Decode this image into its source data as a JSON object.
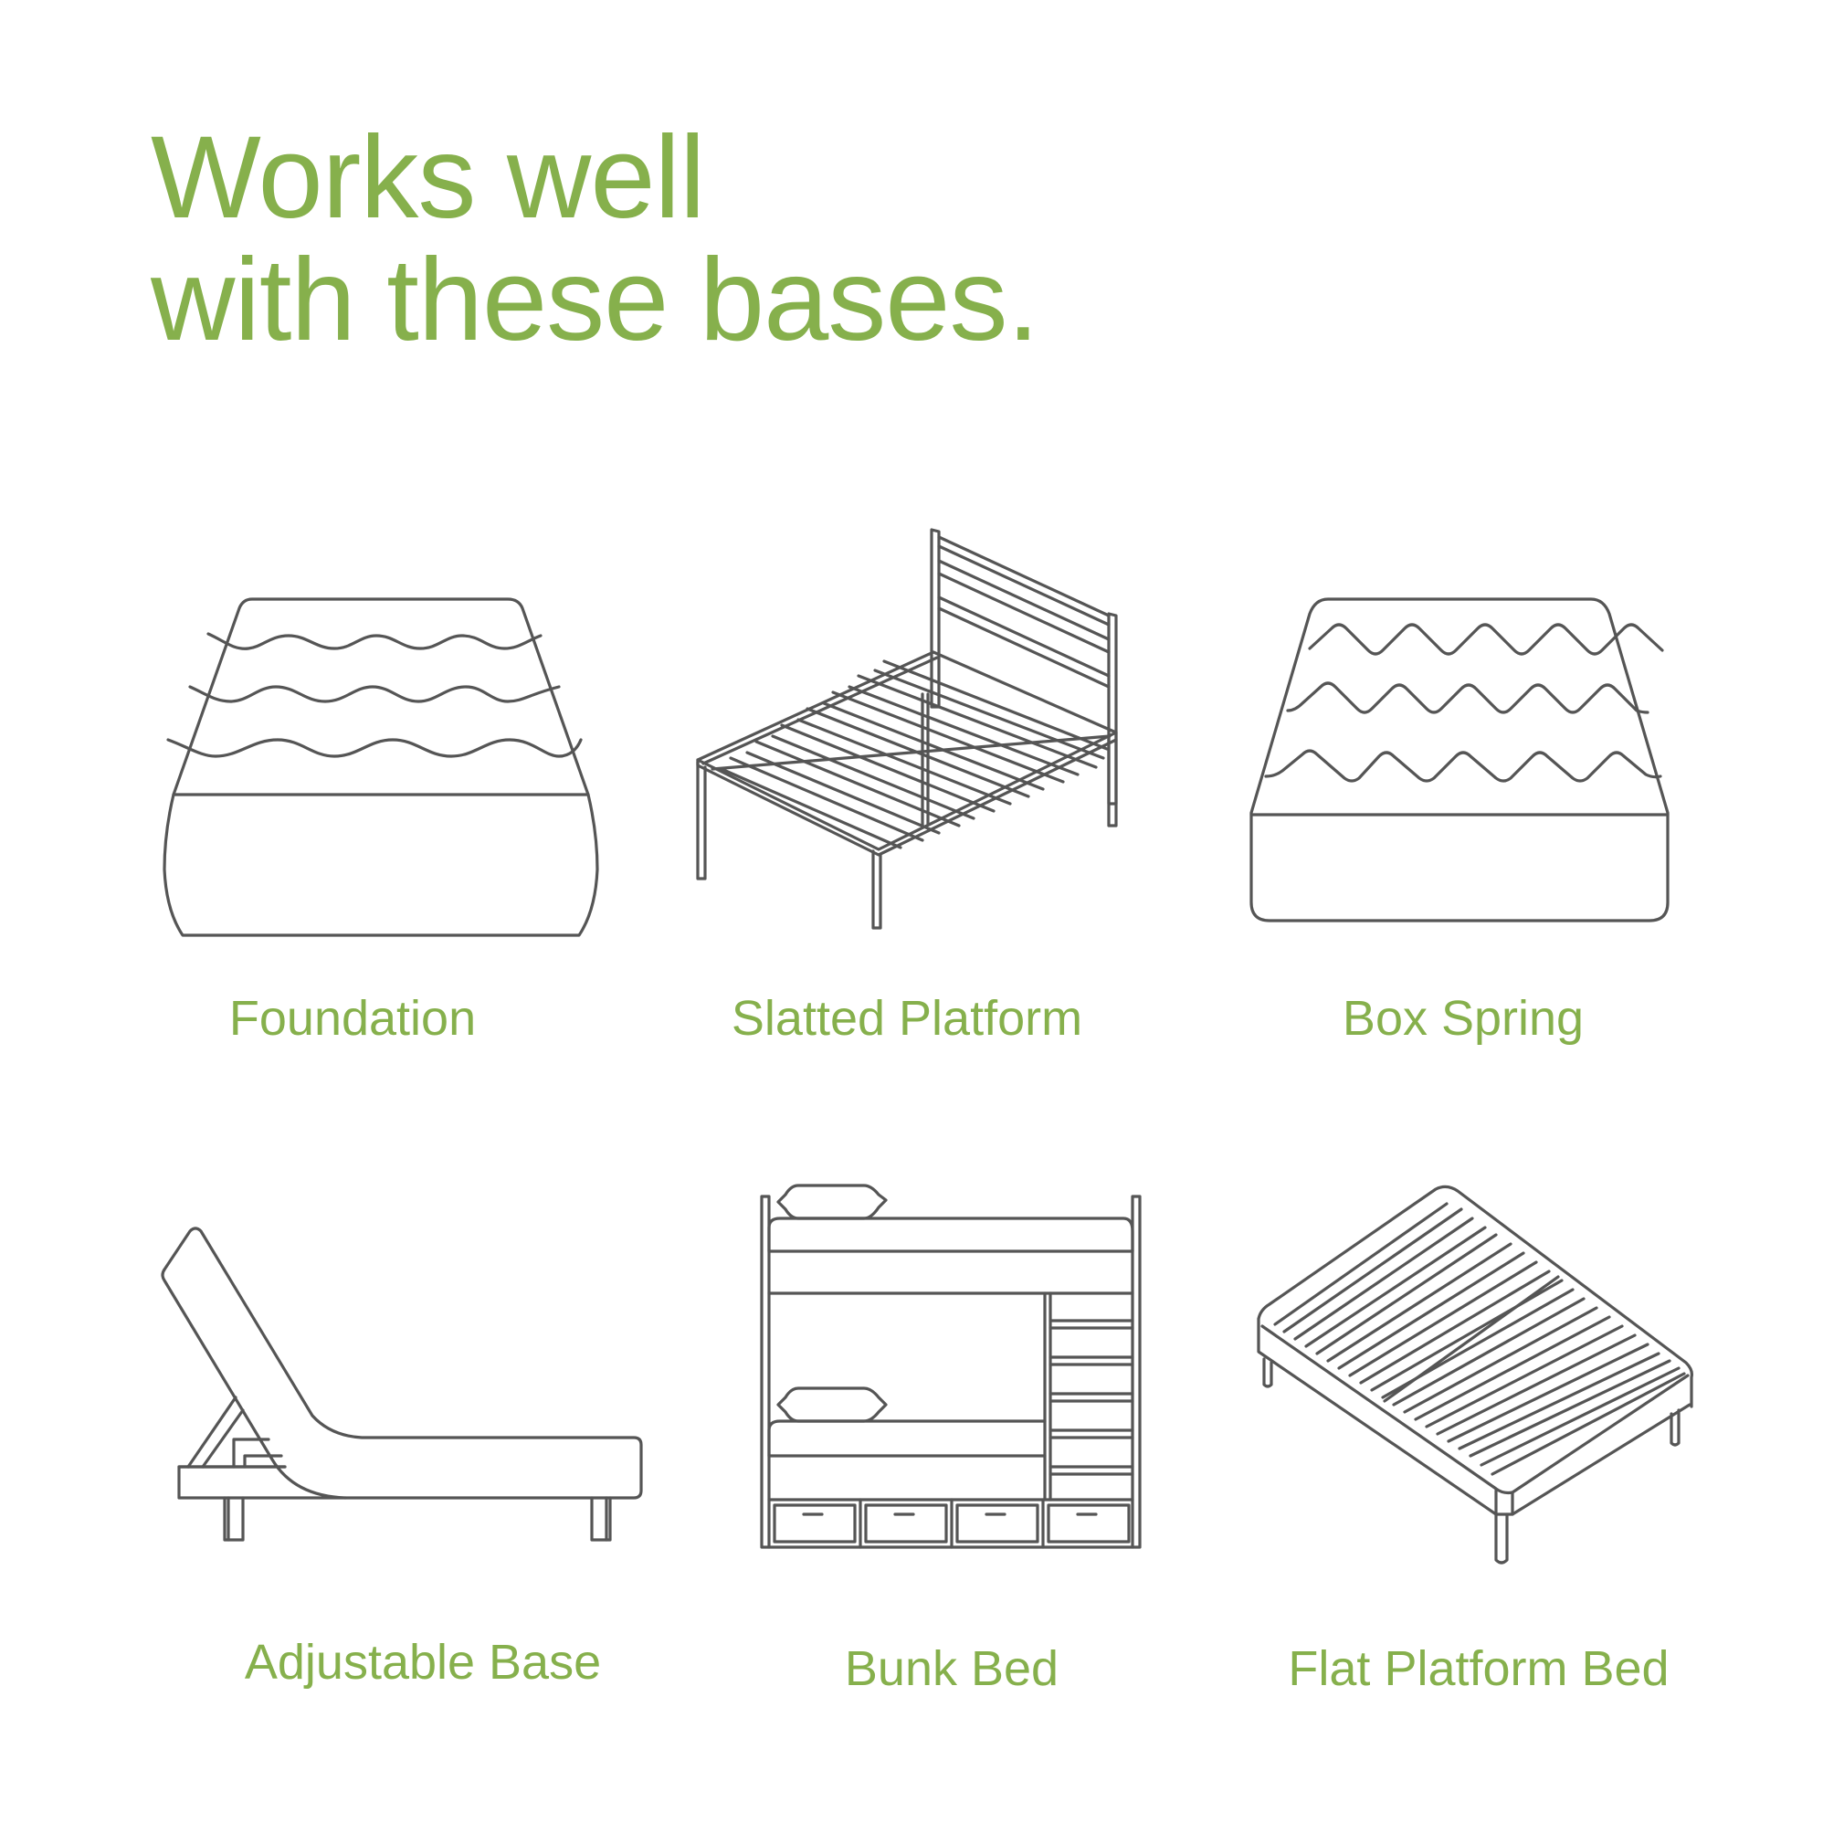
{
  "colors": {
    "accent": "#86b04c",
    "line": "#555555",
    "background": "#ffffff"
  },
  "title": {
    "line1": "Works well",
    "line2": "with these bases."
  },
  "bases": [
    {
      "label": "Foundation",
      "icon": "foundation-mattress-icon"
    },
    {
      "label": "Slatted Platform",
      "icon": "slatted-platform-bed-icon"
    },
    {
      "label": "Box Spring",
      "icon": "box-spring-icon"
    },
    {
      "label": "Adjustable Base",
      "icon": "adjustable-base-icon"
    },
    {
      "label": "Bunk Bed",
      "icon": "bunk-bed-icon"
    },
    {
      "label": "Flat Platform Bed",
      "icon": "flat-platform-bed-icon"
    }
  ]
}
